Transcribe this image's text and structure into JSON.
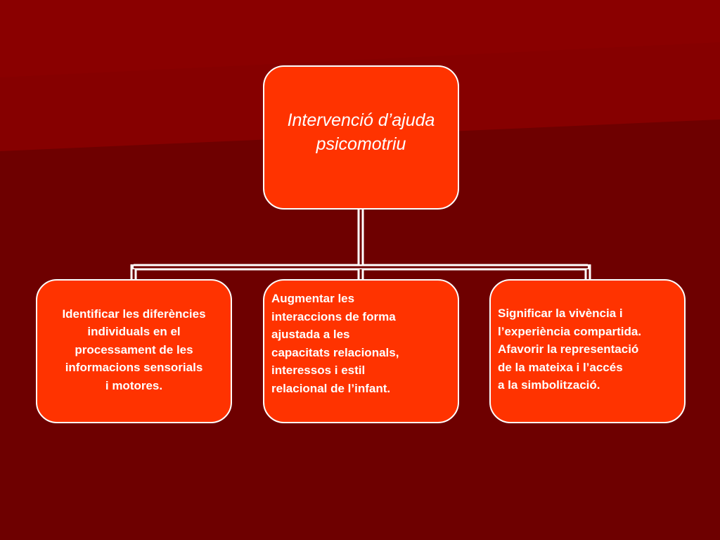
{
  "colors": {
    "background": "#6e0000",
    "node_fill": "#ff3300",
    "node_border": "#ffffff",
    "connector": "#ffffff"
  },
  "root": {
    "label": "Intervenció d’ajuda\npsicomotriu"
  },
  "children": [
    {
      "label": "Identificar les diferències\nindividuals en el\nprocessament de les\ninformacions sensorials\ni motores."
    },
    {
      "label": "Augmentar les\ninteraccions de forma\najustada a les\ncapacitats relacionals,\ninteressos i estil\nrelacional de l’infant."
    },
    {
      "label": "Significar la vivència i\nl’experiència compartida.\nAfavorir la representació\nde la mateixa i  l’accés\na la simbolització."
    }
  ]
}
